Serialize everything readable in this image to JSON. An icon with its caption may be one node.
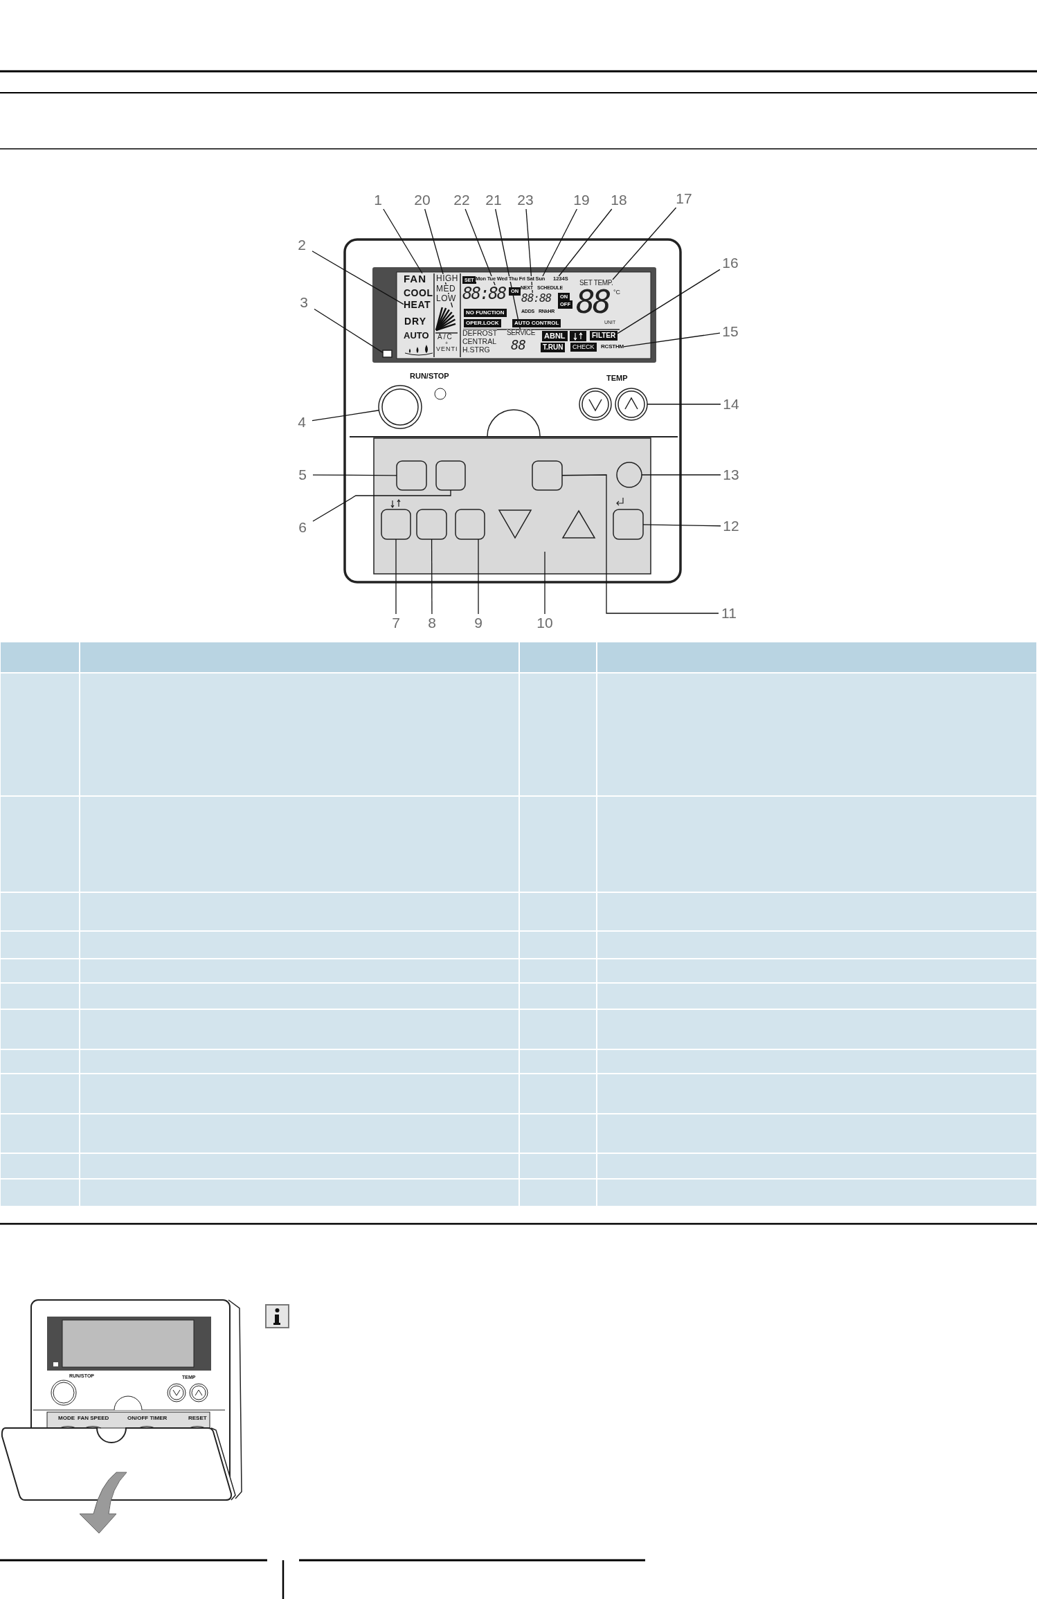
{
  "diagram": {
    "nodes": [
      {
        "text": [
          "1"
        ]
      },
      {
        "text": [
          "20"
        ]
      },
      {
        "text": [
          "22"
        ]
      },
      {
        "text": [
          "21"
        ]
      },
      {
        "text": [
          "23"
        ]
      },
      {
        "text": [
          "19"
        ]
      },
      {
        "text": [
          "18"
        ]
      },
      {
        "text": [
          "17"
        ]
      },
      {
        "text": [
          "2"
        ]
      },
      {
        "text": [
          "16"
        ]
      },
      {
        "text": [
          "3"
        ]
      },
      {
        "text": [
          "15"
        ]
      },
      {
        "text": [
          "4"
        ]
      },
      {
        "text": [
          "14"
        ]
      },
      {
        "text": [
          "5"
        ]
      },
      {
        "text": [
          "13"
        ]
      },
      {
        "text": [
          "6"
        ]
      },
      {
        "text": [
          "12"
        ]
      },
      {
        "text": [
          "11"
        ]
      },
      {
        "text": [
          "7"
        ]
      },
      {
        "text": [
          "8"
        ]
      },
      {
        "text": [
          "9"
        ]
      },
      {
        "text": [
          "10"
        ]
      },
      {
        "text": [
          "FAN"
        ]
      },
      {
        "text": [],
        "shape": "picture"
      },
      {
        "text": [
          "88:88"
        ]
      },
      {
        "text": [
          "SERVICE"
        ]
      },
      {
        "text": [
          "88:88"
        ]
      },
      {
        "text": [
          "Mon Tue Wed Thu Fri Sat Sun"
        ]
      },
      {
        "text": [
          "1234S"
        ]
      },
      {
        "text": [
          "SET TEMP."
        ]
      },
      {
        "text": [
          "HEAT"
        ]
      },
      {
        "text": [
          "FILTER"
        ]
      },
      {
        "text": [],
        "shape": "box"
      },
      {
        "text": [
          "RCSTHM"
        ]
      },
      {
        "text": [],
        "shape": "circle"
      },
      {
        "text": [],
        "shape": "circle"
      },
      {
        "text": [],
        "shape": "box"
      },
      {
        "text": [],
        "shape": "circle"
      },
      {
        "text": [],
        "shape": "box"
      },
      {
        "text": [],
        "shape": "box"
      },
      {
        "text": [],
        "shape": "box"
      },
      {
        "text": [],
        "shape": "box"
      },
      {
        "text": [],
        "shape": "box"
      },
      {
        "text": [],
        "shape": "box"
      },
      {
        "text": [],
        "shape": "circle"
      }
    ],
    "edges": [
      {
        "from": 0,
        "to": 23,
        "arrow": "none"
      },
      {
        "from": 1,
        "to": 24,
        "arrow": "none"
      },
      {
        "from": 2,
        "to": 25,
        "arrow": "none"
      },
      {
        "from": 3,
        "to": 26,
        "arrow": "none"
      },
      {
        "from": 4,
        "to": 27,
        "arrow": "none"
      },
      {
        "from": 5,
        "to": 28,
        "arrow": "none"
      },
      {
        "from": 6,
        "to": 29,
        "arrow": "none"
      },
      {
        "from": 7,
        "to": 30,
        "arrow": "none"
      },
      {
        "from": 8,
        "to": 31,
        "arrow": "none"
      },
      {
        "from": 9,
        "to": 32,
        "arrow": "none"
      },
      {
        "from": 10,
        "to": 33,
        "arrow": "none"
      },
      {
        "from": 11,
        "to": 34,
        "arrow": "none"
      },
      {
        "from": 12,
        "to": 35,
        "arrow": "none"
      },
      {
        "from": 13,
        "to": 36,
        "arrow": "none"
      },
      {
        "from": 14,
        "to": 37,
        "arrow": "none"
      },
      {
        "from": 15,
        "to": 38,
        "arrow": "none"
      },
      {
        "from": 16,
        "to": 39,
        "arrow": "none"
      },
      {
        "from": 17,
        "to": 40,
        "arrow": "none"
      },
      {
        "from": 18,
        "to": 41,
        "arrow": "none"
      },
      {
        "from": 19,
        "to": 42,
        "arrow": "none"
      },
      {
        "from": 20,
        "to": 43,
        "arrow": "none"
      },
      {
        "from": 21,
        "to": 44,
        "arrow": "none"
      },
      {
        "from": 22,
        "to": null,
        "arrow": "none"
      }
    ],
    "labels": [
      "HIGH",
      "SET",
      "COOL",
      "MED",
      "ON",
      "NEXT",
      "SCHEDULE",
      "ON",
      "OFF",
      "88",
      "°C",
      "LOW",
      "ADDS",
      "RNkHR",
      "NO FUNCTION",
      "DRY",
      "OPER.LOCK",
      "AUTO CONTROL",
      "UNIT",
      "AUTO",
      "A/C",
      "+",
      "VENTI",
      "DEFROST",
      "CENTRAL",
      "H.STRG",
      "88",
      "ABNL",
      "T.RUN",
      "CHECK",
      "RUN/STOP",
      "TEMP",
      "RUN/STOP",
      "TEMP",
      "MODE",
      "FAN SPEED",
      "ON/OFF TIMER",
      "RESET"
    ]
  }
}
